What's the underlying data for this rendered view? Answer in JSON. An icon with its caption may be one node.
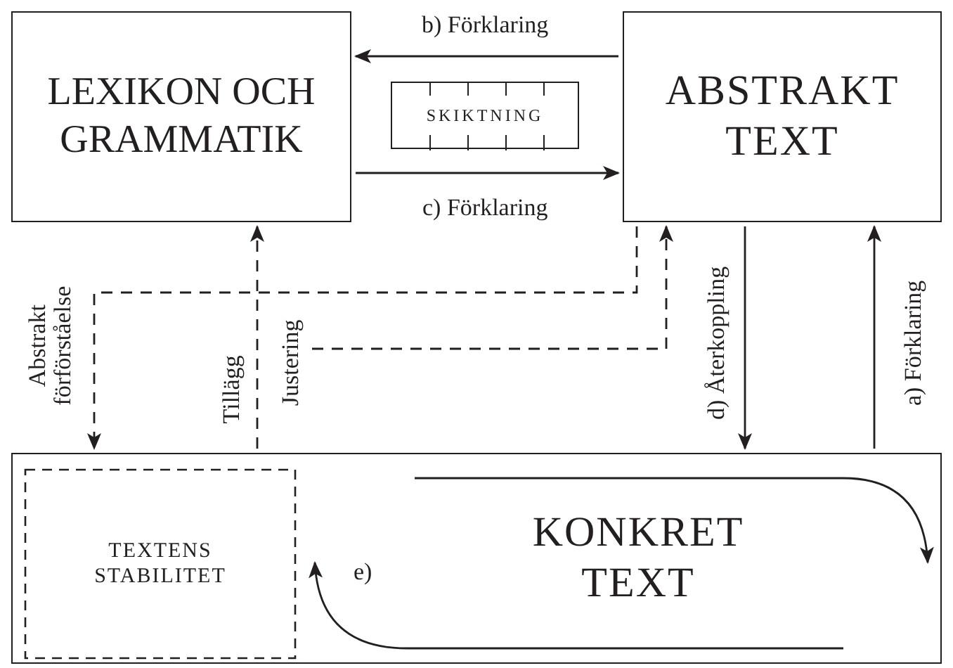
{
  "diagram": {
    "nodes": [
      {
        "text": [
          "LEXIKON OCH GRAMMATIK"
        ]
      },
      {
        "text": [
          "SKIKTNING"
        ]
      },
      {
        "text": [
          "ABSTRAKT TEXT"
        ]
      },
      {
        "text": [
          "KONKRET TEXT"
        ]
      },
      {
        "text": [
          "TEXTENS STABILITET"
        ],
        "in": 3
      }
    ],
    "edges": [
      {
        "from": 2,
        "to": 0,
        "arrow": "to",
        "label": "b) Förklaring"
      },
      {
        "from": 0,
        "to": 2,
        "arrow": "to",
        "label": "c) Förklaring"
      },
      {
        "from": 3,
        "to": 2,
        "arrow": "to",
        "label": "a) Förklaring"
      },
      {
        "from": 2,
        "to": 3,
        "arrow": "to",
        "label": "d) Återkoppling"
      },
      {
        "from": 2,
        "to": 3,
        "arrow": "to",
        "label": "Abstrakt förförståelse",
        "style": "dashed"
      },
      {
        "from": 3,
        "to": 0,
        "arrow": "to",
        "label": "Tillägg",
        "style": "dashed"
      },
      {
        "from": null,
        "to": 2,
        "arrow": "to",
        "label": "Justering",
        "style": "dashed"
      },
      {
        "from": null,
        "to": 4,
        "arrow": "to",
        "label": "e)"
      }
    ]
  }
}
